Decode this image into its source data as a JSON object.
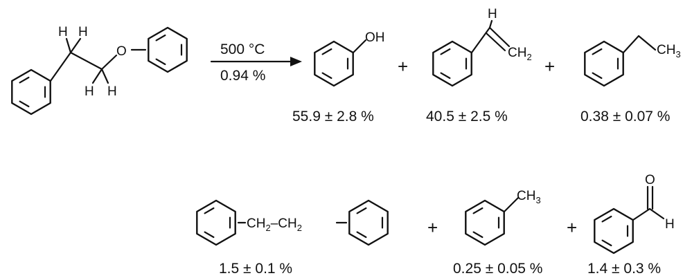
{
  "reaction": {
    "conditions": {
      "temperature": "500 °C",
      "conversion": "0.94 %"
    },
    "plus": "+",
    "reactant": {
      "atoms": {
        "h1": "H",
        "h2": "H",
        "h3": "H",
        "h4": "H",
        "o": "O"
      }
    },
    "products": [
      {
        "id": "phenol",
        "labels": {
          "oh": "OH"
        },
        "yield": "55.9 ± 2.8 %"
      },
      {
        "id": "styrene",
        "labels": {
          "h": "H",
          "ch": "CH",
          "ch_sub": "2"
        },
        "yield": "40.5 ± 2.5 %"
      },
      {
        "id": "ethylbenzene",
        "labels": {
          "ch": "CH",
          "ch_sub": "3"
        },
        "yield": "0.38 ± 0.07 %"
      },
      {
        "id": "bibenzyl",
        "labels": {
          "ch_a": "CH",
          "ch_a_sub": "2",
          "dash": "–",
          "ch_b": "CH",
          "ch_b_sub": "2"
        },
        "yield": "1.5 ± 0.1 %"
      },
      {
        "id": "toluene",
        "labels": {
          "ch": "CH",
          "ch_sub": "3"
        },
        "yield": "0.25 ± 0.05 %"
      },
      {
        "id": "benzaldehyde",
        "labels": {
          "o": "O",
          "h": "H"
        },
        "yield": "1.4 ± 0.3 %"
      }
    ]
  }
}
